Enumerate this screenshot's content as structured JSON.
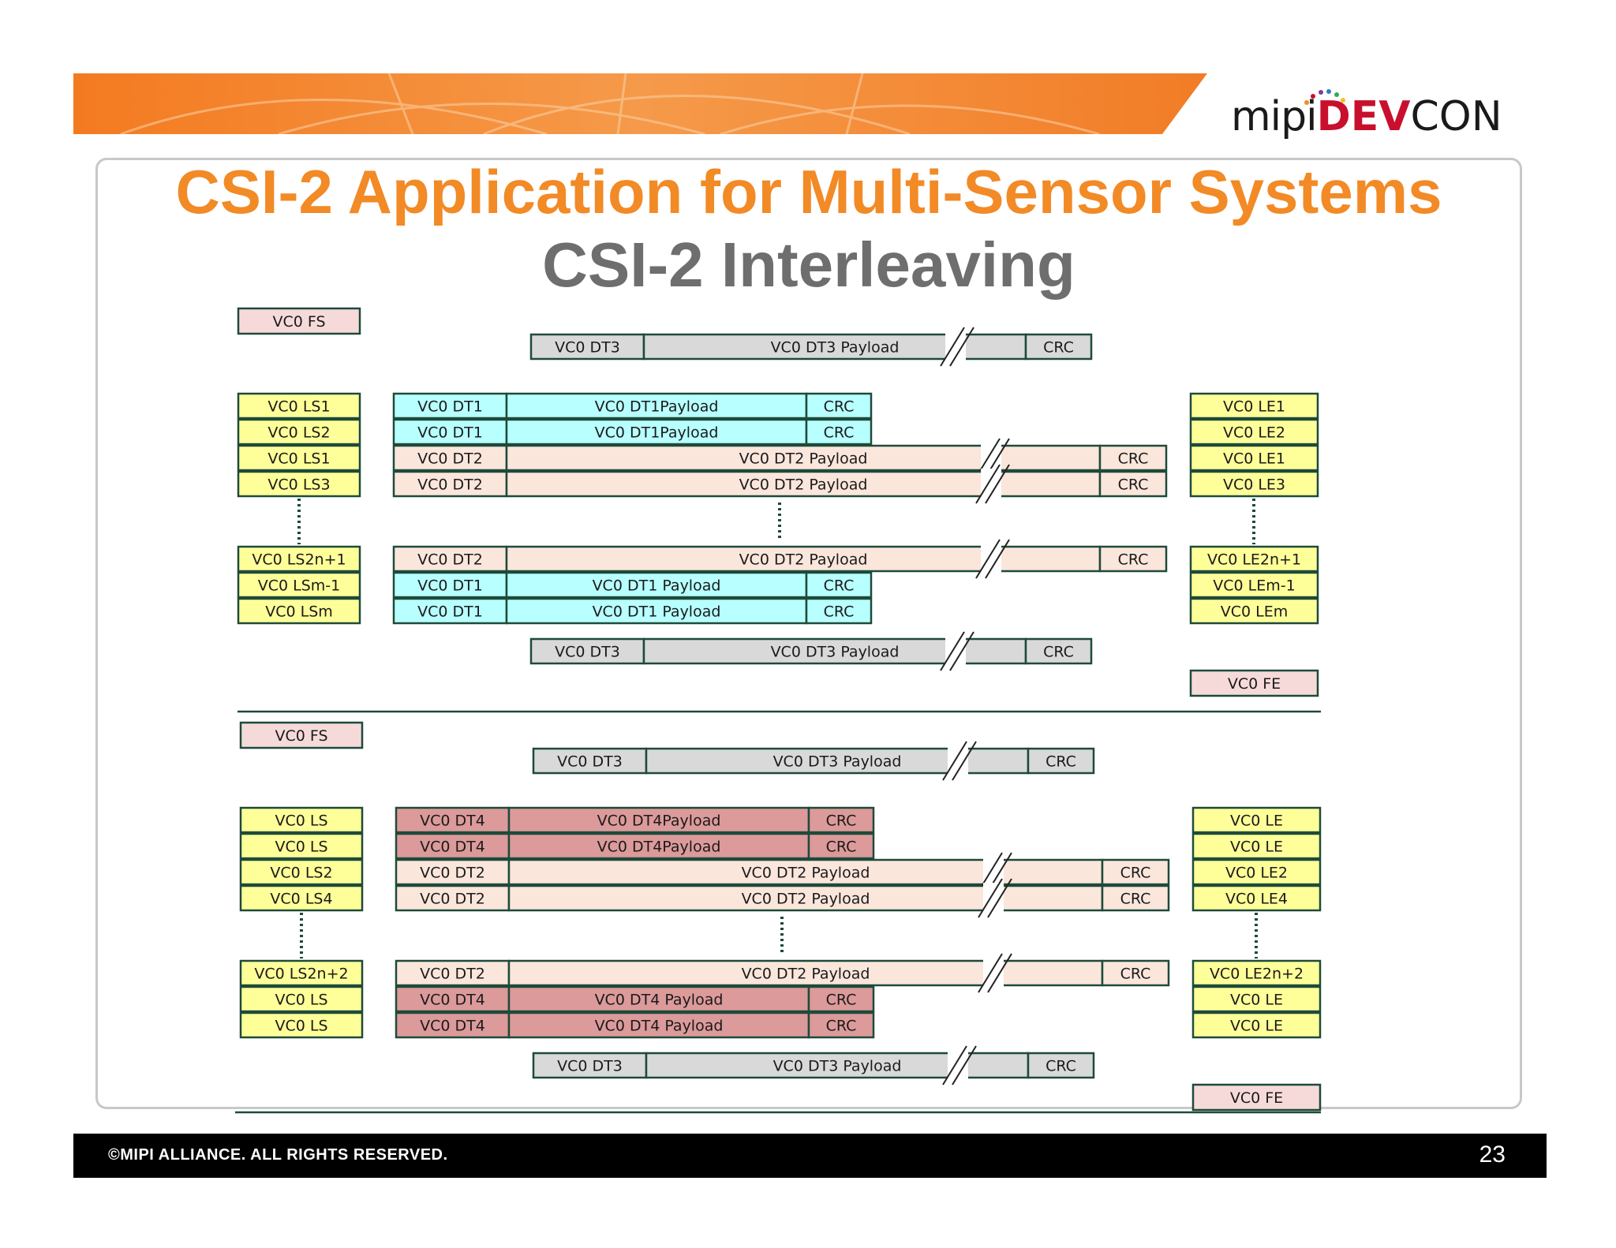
{
  "logo": {
    "mipi": "mipi",
    "dev": "DEV",
    "con": "CON"
  },
  "title": "CSI-2 Application for Multi-Sensor Systems",
  "subtitle": "CSI-2 Interleaving",
  "colors": {
    "orange": "#f28a26",
    "yellow": "#ffff99",
    "cyan": "#b8ffff",
    "peach": "#fbe6dc",
    "gray": "#d9d9d9",
    "red": "#dc9a9a",
    "pink": "#f6dada",
    "border": "#1e4a3a"
  },
  "footer": {
    "copyright": "©MIPI ALLIANCE. ALL RIGHTS RESERVED.",
    "page": "23"
  },
  "labels": {
    "fs": "VC0 FS",
    "fe": "VC0 FE",
    "crc": "CRC",
    "dt1": "VC0 DT1",
    "dt2": "VC0 DT2",
    "dt3": "VC0 DT3",
    "dt4": "VC0 DT4",
    "dt1p_a": "VC0 DT1Payload",
    "dt1p_b": "VC0 DT1 Payload",
    "dt2p": "VC0 DT2 Payload",
    "dt3p": "VC0 DT3 Payload",
    "dt4p_a": "VC0 DT4Payload",
    "dt4p_b": "VC0 DT4 Payload",
    "ls1": "VC0 LS1",
    "ls2": "VC0 LS2",
    "ls3": "VC0 LS3",
    "ls4": "VC0 LS4",
    "ls": "VC0 LS",
    "le1": "VC0 LE1",
    "le2": "VC0 LE2",
    "le3": "VC0 LE3",
    "le4": "VC0 LE4",
    "le": "VC0 LE",
    "ls2n1": "VC0 LS2n+1",
    "lsm1": "VC0 LSm-1",
    "lsm": "VC0 LSm",
    "ls2n2": "VC0 LS2n+2",
    "le2n1": "VC0 LE2n+1",
    "lem1": "VC0 LEm-1",
    "lem": "VC0 LEm",
    "le2n2": "VC0 LE2n+2"
  }
}
